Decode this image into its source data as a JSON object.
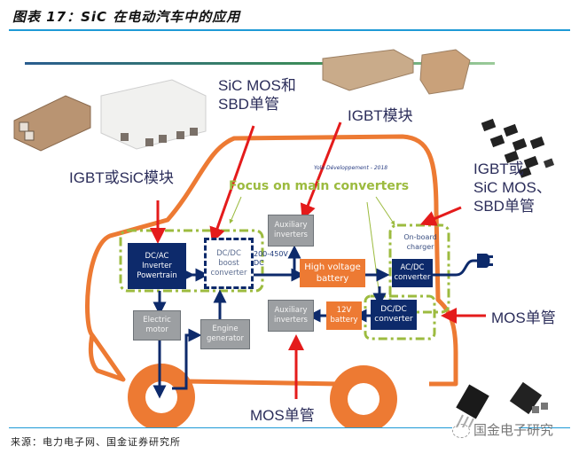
{
  "figure": {
    "title": "图表 17：SiC 在电动汽车中的应用",
    "source": "来源：电力电子网、国金证券研究所",
    "watermark": "国金电子研究"
  },
  "annotations": {
    "sic_mos_sbd": [
      "SiC MOS和",
      "SBD单管"
    ],
    "igbt_module": "IGBT模块",
    "igbt_or_sic_module": "IGBT或SiC模块",
    "igbt_or_sic_mos_sbd": [
      "IGBT或",
      "SiC MOS、",
      "SBD单管"
    ],
    "mos_discrete_right": "MOS单管",
    "mos_discrete_bottom": "MOS单管"
  },
  "diagram": {
    "credit": "Yole Développement - 2018",
    "focus_label": "Focus on main converters",
    "voltage_label": [
      "200-450V",
      "DC"
    ],
    "boxes": {
      "dcac_inverter": [
        "DC/AC",
        "Inverter",
        "Powertrain"
      ],
      "dcdc_boost": [
        "DC/DC",
        "boost",
        "converter"
      ],
      "aux_inverters_top": [
        "Auxiliary",
        "inverters"
      ],
      "hv_battery": [
        "High voltage",
        "battery"
      ],
      "onboard_charger": [
        "On-board",
        "charger"
      ],
      "acdc_converter": [
        "AC/DC",
        "converter"
      ],
      "electric_motor": [
        "Electric",
        "motor"
      ],
      "engine_generator": [
        "Engine",
        "generator"
      ],
      "aux_inverters_bottom": [
        "Auxiliary",
        "inverters"
      ],
      "battery_12v": [
        "12V",
        "battery"
      ],
      "dcdc_converter": [
        "DC/DC",
        "converter"
      ]
    }
  },
  "colors": {
    "rule_blue": "#1e9ad6",
    "car_outline": "#ed7a33",
    "navy": "#0d2a6b",
    "grey_box": "#9c9fa2",
    "focus_green": "#9cbb3f",
    "arrow_red": "#e41b1b"
  }
}
